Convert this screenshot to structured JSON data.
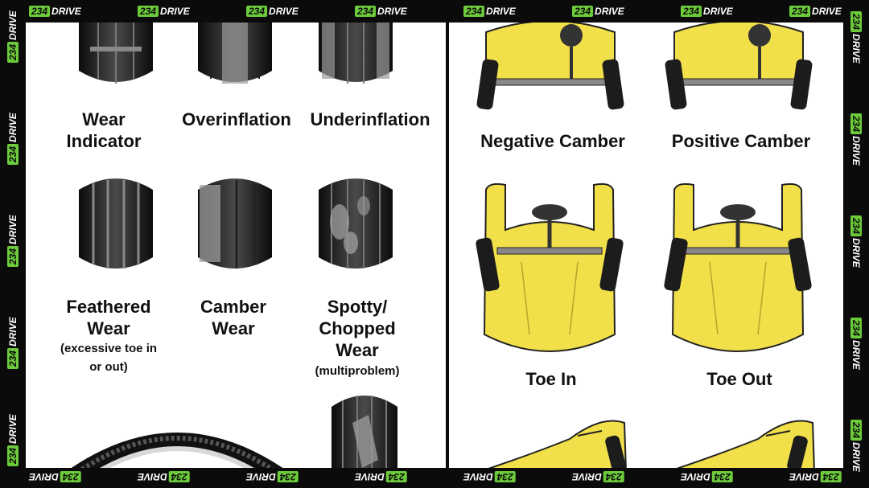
{
  "brand": {
    "num": "234",
    "word": "DRIVE"
  },
  "tires": [
    {
      "label": "Wear Indicator"
    },
    {
      "label": "Overinflation"
    },
    {
      "label": "Underinflation"
    },
    {
      "label": "Feathered Wear",
      "note": "(excessive toe in or out)"
    },
    {
      "label": "Camber Wear"
    },
    {
      "label": "Spotty/ Chopped Wear",
      "note": "(multiproblem)"
    }
  ],
  "alignment": [
    {
      "label": "Negative Camber"
    },
    {
      "label": "Positive Camber"
    },
    {
      "label": "Toe In"
    },
    {
      "label": "Toe Out"
    }
  ],
  "colors": {
    "accent": "#6ccb3a",
    "car": "#f2e04a",
    "tire": "#1c1c1c"
  }
}
